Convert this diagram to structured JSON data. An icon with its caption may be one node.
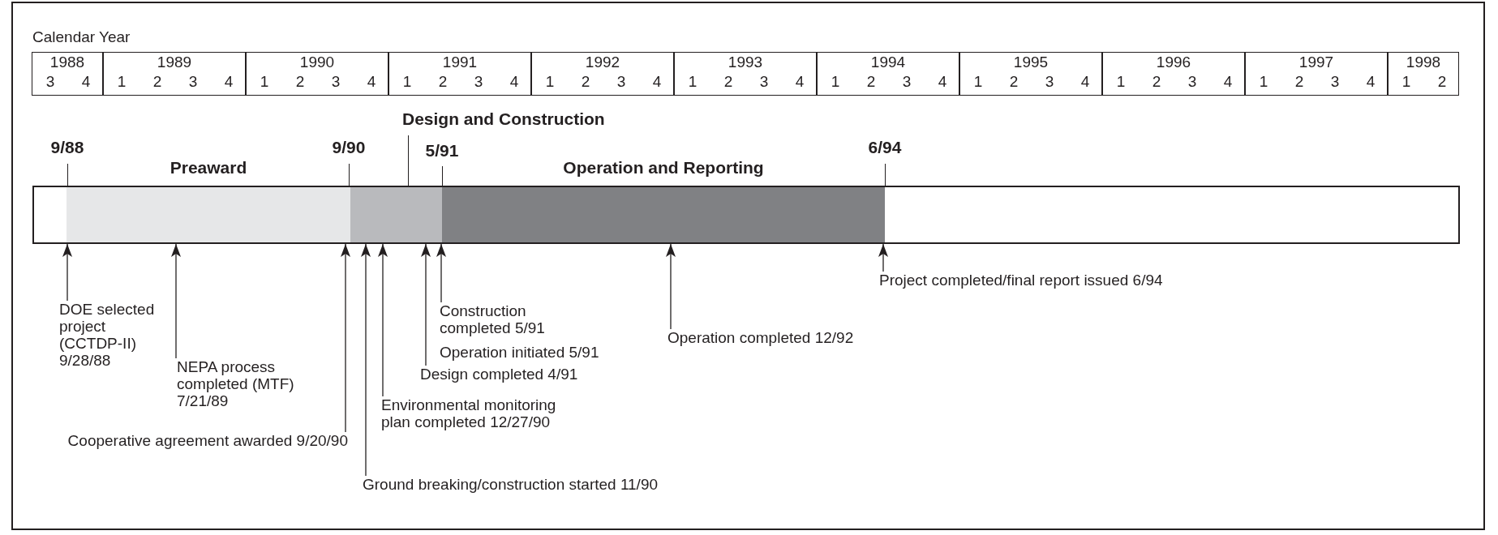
{
  "diagram": {
    "nodes": [
      {
        "text": [
          "Preaward"
        ],
        "beside": [
          "9/88"
        ]
      },
      {
        "text": [
          "Design and Construction"
        ],
        "beside": [
          "9/90",
          "5/91"
        ]
      },
      {
        "text": [
          "Operation and Reporting"
        ],
        "beside": [
          "6/94"
        ]
      },
      {
        "text": [
          "DOE selected project (CCTDP-II) 9/28/88"
        ]
      },
      {
        "text": [
          "NEPA process completed (MTF) 7/21/89"
        ]
      },
      {
        "text": [
          "Cooperative agreement awarded 9/20/90"
        ]
      },
      {
        "text": [
          "Ground breaking/construction started 11/90"
        ]
      },
      {
        "text": [
          "Environmental monitoring plan completed 12/27/90"
        ]
      },
      {
        "text": [
          "Design completed 4/91"
        ]
      },
      {
        "text": [
          "Construction completed 5/91"
        ]
      },
      {
        "text": [
          "Operation completed 12/92"
        ]
      },
      {
        "text": [
          "Project completed/final report issued 6/94"
        ]
      }
    ],
    "edges": [
      {
        "from": 3,
        "to": 0,
        "arrow": "to"
      },
      {
        "from": 4,
        "to": 0,
        "arrow": "to"
      },
      {
        "from": 5,
        "to": 0,
        "arrow": "to"
      },
      {
        "from": 6,
        "to": 1,
        "arrow": "to"
      },
      {
        "from": 7,
        "to": 1,
        "arrow": "to"
      },
      {
        "from": 8,
        "to": 1,
        "arrow": "to"
      },
      {
        "from": 9,
        "to": 1,
        "arrow": "to"
      },
      {
        "from": 10,
        "to": 2,
        "arrow": "to"
      },
      {
        "from": 11,
        "to": 2,
        "arrow": "to"
      }
    ],
    "labels": [
      "Calendar Year",
      "1988",
      "1989",
      "1990",
      "1991",
      "1992",
      "1993",
      "1994",
      "1995",
      "1996",
      "1997",
      "1998",
      "3",
      "4",
      "1",
      "2",
      "3",
      "4",
      "1",
      "2",
      "3",
      "4",
      "1",
      "2",
      "3",
      "4",
      "1",
      "2",
      "3",
      "4",
      "1",
      "2",
      "3",
      "4",
      "1",
      "2",
      "3",
      "4",
      "1",
      "2",
      "3",
      "4",
      "1",
      "2",
      "3",
      "4",
      "1",
      "2",
      "3",
      "4",
      "1",
      "2",
      "Operation initiated 5/91"
    ]
  }
}
